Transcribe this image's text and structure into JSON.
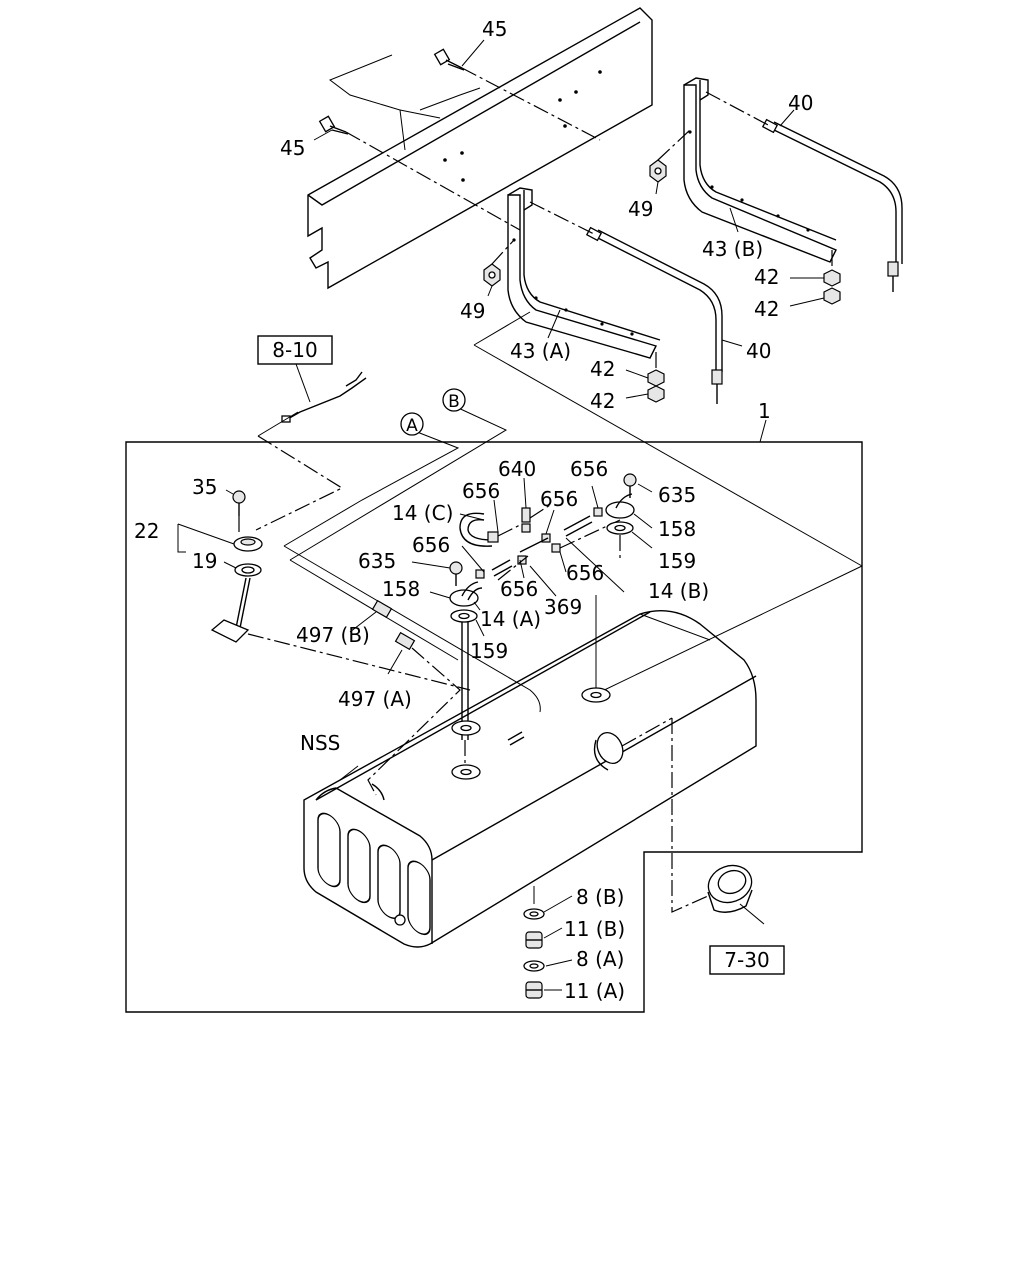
{
  "callouts": {
    "c45a": "45",
    "c45b": "45",
    "c40a": "40",
    "c40b": "40",
    "c49a": "49",
    "c49b": "49",
    "c43b": "43 (B)",
    "c43a": "43 (A)",
    "c42a": "42",
    "c42b": "42",
    "c42c": "42",
    "c42d": "42",
    "c1": "1",
    "c35": "35",
    "c22": "22",
    "c19": "19",
    "c14c": "14 (C)",
    "c640": "640",
    "c656a": "656",
    "c656b": "656",
    "c656c": "656",
    "c656d": "656",
    "c656e": "656",
    "c656f": "656",
    "c635a": "635",
    "c635b": "635",
    "c158a": "158",
    "c158b": "158",
    "c159a": "159",
    "c159b": "159",
    "c14a": "14 (A)",
    "c14b": "14 (B)",
    "c369": "369",
    "c497b": "497 (B)",
    "c497a": "497 (A)",
    "cnss": "NSS",
    "c8b": "8 (B)",
    "c11b": "11 (B)",
    "c8a": "8 (A)",
    "c11a": "11 (A)"
  },
  "refs": {
    "r810": "8-10",
    "r730": "7-30"
  },
  "circled": {
    "a": "A",
    "b": "B"
  }
}
